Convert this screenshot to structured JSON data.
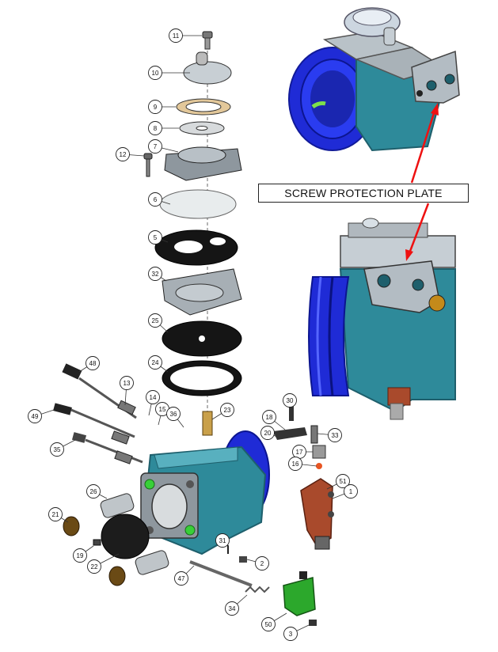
{
  "callout": {
    "label": "SCREW PROTECTION PLATE"
  },
  "colors": {
    "blue": "#2233dd",
    "teal": "#2e8a9a",
    "teal_dark": "#1e5f6c",
    "grey": "#9aa3aa",
    "gasket": "#151515",
    "rust": "#a94a2c",
    "green": "#2ca82c",
    "arrow": "#ee1111",
    "line": "#333333"
  },
  "part_numbers": [
    "11",
    "10",
    "9",
    "8",
    "7",
    "12",
    "6",
    "5",
    "32",
    "25",
    "24",
    "48",
    "13",
    "14",
    "15",
    "36",
    "49",
    "23",
    "30",
    "18",
    "20",
    "33",
    "35",
    "17",
    "16",
    "51",
    "1",
    "26",
    "21",
    "31",
    "19",
    "22",
    "2",
    "47",
    "34",
    "50",
    "3"
  ]
}
